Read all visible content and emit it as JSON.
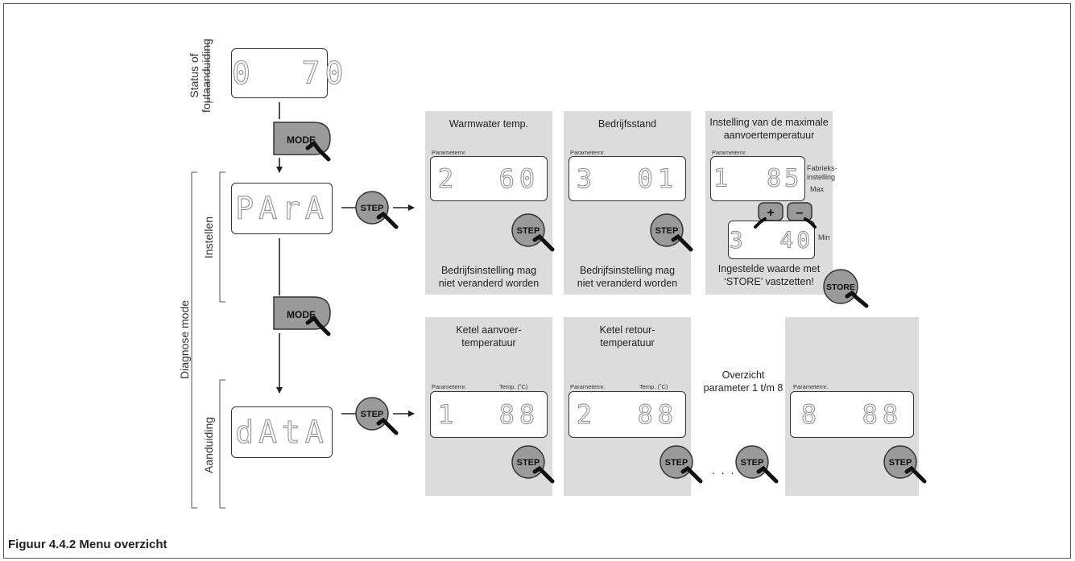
{
  "side_labels": {
    "status": [
      "Status of",
      "foutaanduiding"
    ],
    "diagnose": "Diagnose mode",
    "instellen": "Instellen",
    "aanduiding": "Aanduiding"
  },
  "main_displays": {
    "status": "0  70",
    "para": "PArA",
    "data": "dAtA"
  },
  "buttons": {
    "mode": "MODE",
    "step": "STEP",
    "store": "STORE",
    "plus": "+",
    "minus": "–"
  },
  "panels": {
    "warmwater": {
      "title": "Warmwater temp.",
      "param_label": "Parameternr.",
      "display": "2  60",
      "note": [
        "Bedrijfsinstelling mag",
        "niet veranderd worden"
      ]
    },
    "bedrijfsstand": {
      "title": "Bedrijfsstand",
      "param_label": "Parameternr.",
      "display": "3  01",
      "note": [
        "Bedrijfsinstelling mag",
        "niet veranderd worden"
      ]
    },
    "max_temp": {
      "title": [
        "Instelling van de maximale",
        "aanvoertemperatuur"
      ],
      "param_label": "Parameternr.",
      "display_max": "1  85",
      "display_min": "3  40",
      "factory_label": [
        "Fabrieks-",
        "instelling"
      ],
      "max_label": "Max",
      "min_label": "Min",
      "note": [
        "Ingestelde waarde met",
        "‘STORE’ vastzetten!"
      ]
    },
    "ketel_aanvoer": {
      "title": [
        "Ketel aanvoer-",
        "temperatuur"
      ],
      "param_label": "Parameternr.",
      "temp_label": "Temp. (˚C)",
      "display": "1  88"
    },
    "ketel_retour": {
      "title": [
        "Ketel retour-",
        "temperatuur"
      ],
      "param_label": "Parameternr.",
      "temp_label": "Temp. (˚C)",
      "display": "2  88"
    },
    "param8": {
      "param_label": "Parameternr.",
      "display": "8  88"
    }
  },
  "overzicht": [
    "Overzicht",
    "parameter 1 t/m 8"
  ],
  "ellipsis": ". . .",
  "caption": "Figuur 4.4.2  Menu overzicht"
}
